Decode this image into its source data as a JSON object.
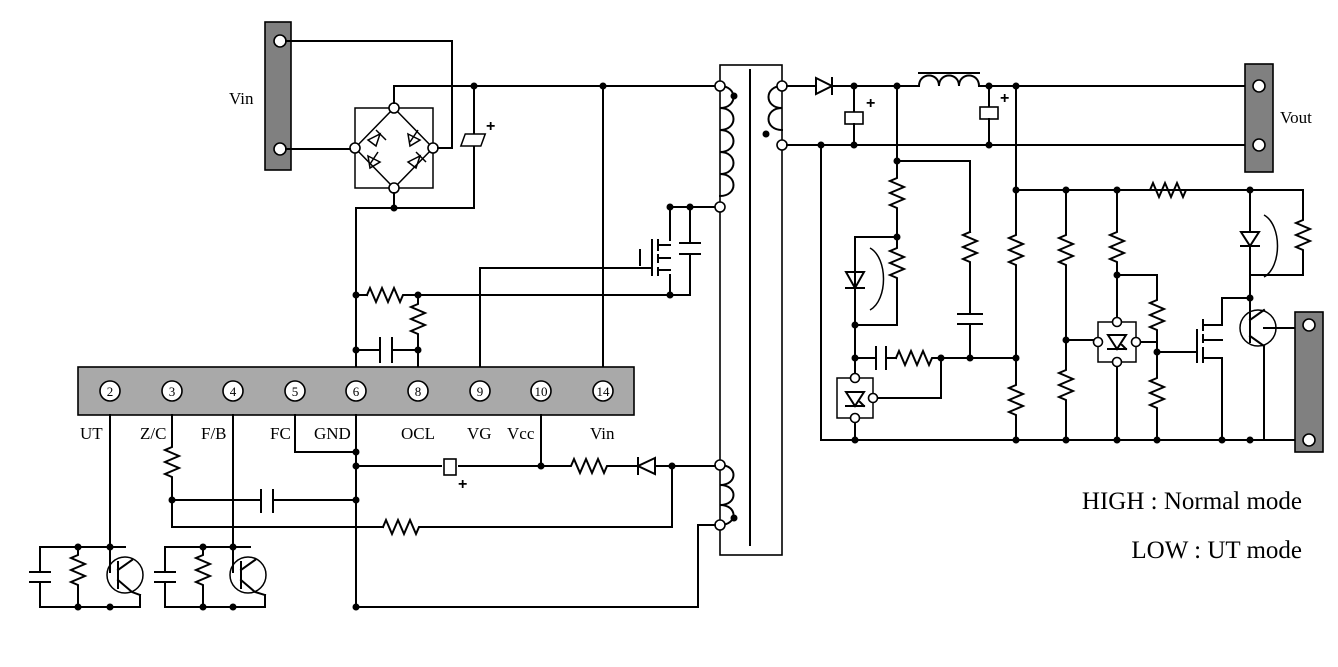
{
  "labels": {
    "vin": "Vin",
    "vout": "Vout"
  },
  "ic": {
    "pins": [
      {
        "num": "2",
        "name": "UT"
      },
      {
        "num": "3",
        "name": "Z/C"
      },
      {
        "num": "4",
        "name": "F/B"
      },
      {
        "num": "5",
        "name": "FC"
      },
      {
        "num": "6",
        "name": "GND"
      },
      {
        "num": "8",
        "name": "OCL"
      },
      {
        "num": "9",
        "name": "VG"
      },
      {
        "num": "10",
        "name": "Vcc"
      },
      {
        "num": "14",
        "name": "Vin"
      }
    ]
  },
  "polarity_mark": "+",
  "modes": {
    "high": "HIGH : Normal mode",
    "low": "LOW : UT mode"
  }
}
